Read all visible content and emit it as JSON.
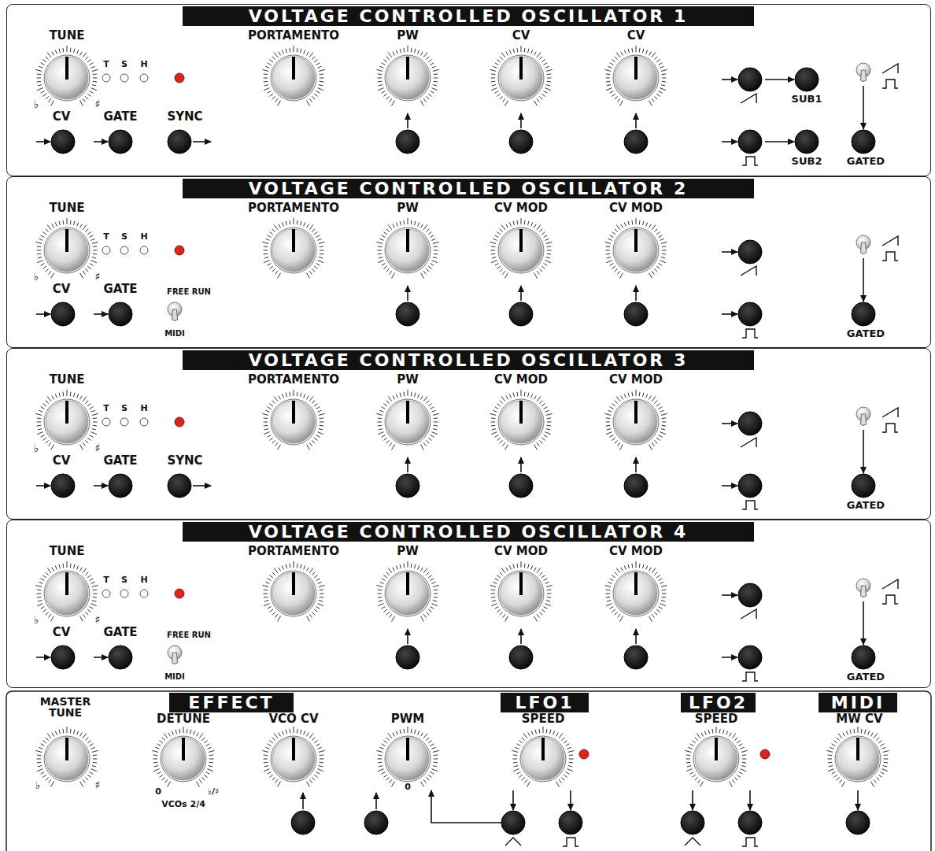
{
  "diagram": {
    "nodes": [
      {
        "text": [
          "VOLTAGE CONTROLLED OSCILLATOR 1"
        ]
      },
      {
        "text": [
          "VOLTAGE CONTROLLED OSCILLATOR 2"
        ]
      },
      {
        "text": [
          "VOLTAGE CONTROLLED OSCILLATOR 3"
        ]
      },
      {
        "text": [
          "VOLTAGE CONTROLLED OSCILLATOR 4"
        ]
      },
      {
        "text": [
          "EFFECT"
        ]
      },
      {
        "text": [
          "LFO1"
        ]
      },
      {
        "text": [
          "LFO2"
        ]
      },
      {
        "text": [
          "MIDI"
        ]
      }
    ],
    "labels": [
      "TUNE",
      "T",
      "S",
      "H",
      "♭",
      "♯",
      "CV",
      "GATE",
      "SYNC",
      "PORTAMENTO",
      "PW",
      "CV",
      "CV",
      "SUB1",
      "SUB2",
      "GATED",
      "TUNE",
      "T",
      "S",
      "H",
      "♭",
      "♯",
      "CV",
      "GATE",
      "FREE RUN",
      "MIDI",
      "PORTAMENTO",
      "PW",
      "CV MOD",
      "CV MOD",
      "GATED",
      "TUNE",
      "T",
      "S",
      "H",
      "♭",
      "♯",
      "CV",
      "GATE",
      "SYNC",
      "PORTAMENTO",
      "PW",
      "CV MOD",
      "CV MOD",
      "GATED",
      "TUNE",
      "T",
      "S",
      "H",
      "♭",
      "♯",
      "CV",
      "GATE",
      "FREE RUN",
      "MIDI",
      "PORTAMENTO",
      "PW",
      "CV MOD",
      "CV MOD",
      "GATED",
      "MASTER TUNE",
      "♭",
      "♯",
      "DETUNE",
      "0",
      "♭/♯",
      "VCOs 2/4",
      "VCO CV",
      "PWM",
      "0",
      "SPEED",
      "SPEED",
      "MW CV"
    ]
  }
}
